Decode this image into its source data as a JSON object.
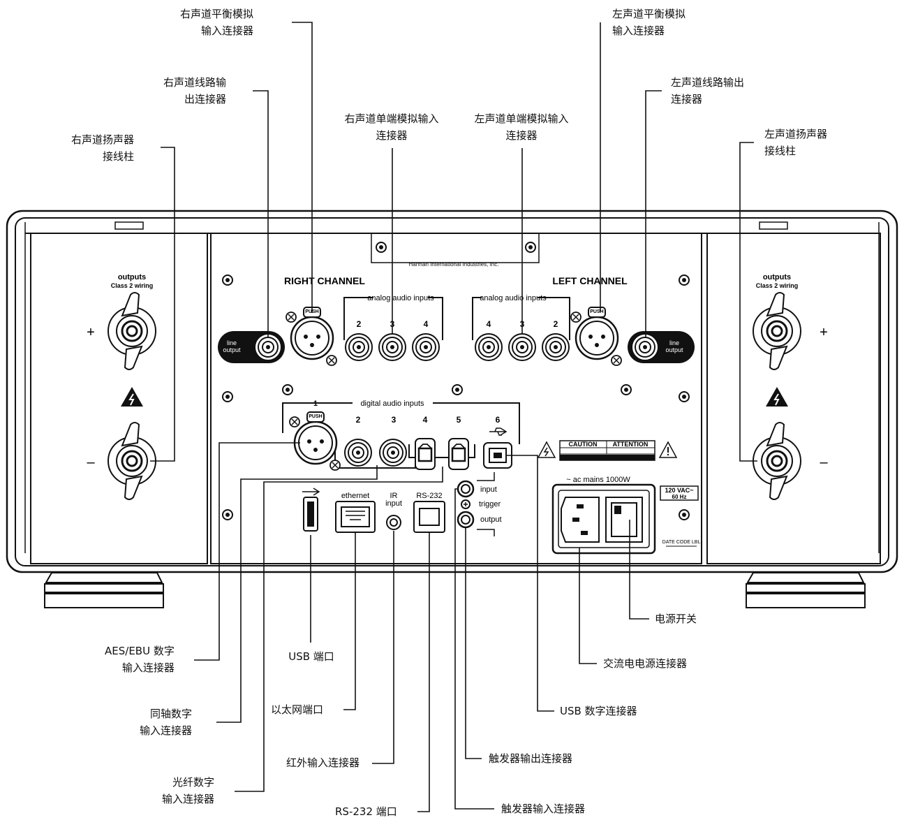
{
  "callouts": {
    "right_balanced": [
      "右声道平衡模拟",
      "输入连接器"
    ],
    "left_balanced": [
      "左声道平衡模拟",
      "输入连接器"
    ],
    "right_line_out": [
      "右声道线路输",
      "出连接器"
    ],
    "left_line_out": [
      "左声道线路输出",
      "连接器"
    ],
    "right_single": [
      "右声道单端模拟输入",
      "连接器"
    ],
    "left_single": [
      "左声道单端模拟输入",
      "连接器"
    ],
    "right_speaker": [
      "右声道扬声器",
      "接线柱"
    ],
    "left_speaker": [
      "左声道扬声器",
      "接线柱"
    ],
    "aes_ebu": [
      "AES/EBU 数字",
      "输入连接器"
    ],
    "usb_port": "USB 端口",
    "coax": [
      "同轴数字",
      "输入连接器"
    ],
    "ethernet": "以太网端口",
    "ir": "红外输入连接器",
    "optical": [
      "光纤数字",
      "输入连接器"
    ],
    "rs232": "RS-232 端口",
    "power_switch": "电源开关",
    "ac_power": "交流电电源连接器",
    "usb_digital": "USB 数字连接器",
    "trigger_out": "触发器输出连接器",
    "trigger_in": "触发器输入连接器"
  },
  "panel": {
    "right_channel": "RIGHT CHANNEL",
    "left_channel": "LEFT CHANNEL",
    "analog_inputs": "analog audio inputs",
    "digital_inputs": "digital audio inputs",
    "harman": "Harman International Industries, Inc.",
    "outputs": "outputs",
    "class2": "Class 2 wiring",
    "plus": "+",
    "minus": "–",
    "line_output": [
      "line",
      "output"
    ],
    "push": "PUSH",
    "analog_nums_right": [
      "2",
      "3",
      "4"
    ],
    "analog_nums_left": [
      "4",
      "3",
      "2"
    ],
    "digital_nums": [
      "1",
      "2",
      "3",
      "4",
      "5",
      "6"
    ],
    "ethernet_label": "ethernet",
    "ir_label": [
      "IR",
      "input"
    ],
    "rs232_label": "RS-232",
    "trigger_input": "input",
    "trigger": "trigger",
    "trigger_output": "output",
    "caution": "CAUTION",
    "attention": "ATTENTION",
    "ac_mains": "~ ac mains  1000W",
    "voltage": [
      "120 VAC~",
      "60 Hz"
    ],
    "date_code": "DATE CODE LBL"
  },
  "colors": {
    "line": "#1a1a1a",
    "panel_bg": "#ffffff",
    "dark": "#111111"
  }
}
